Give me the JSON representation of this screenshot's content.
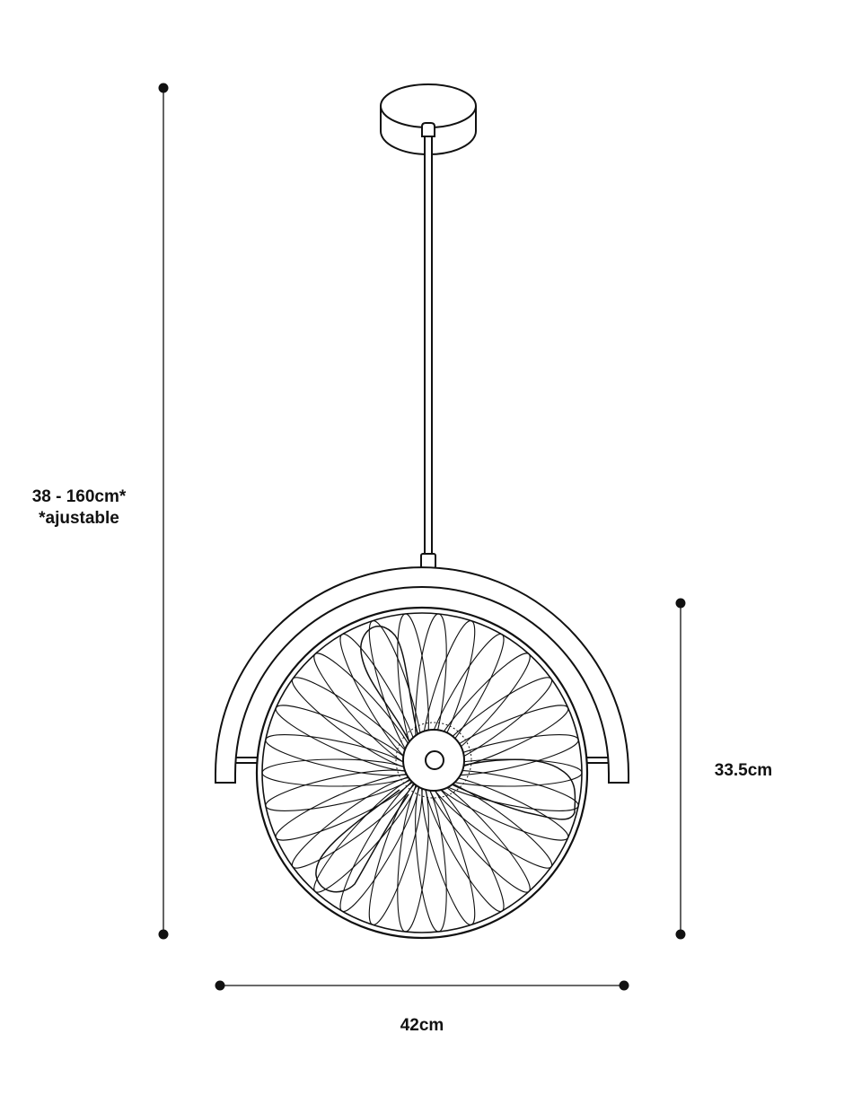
{
  "dimensions": {
    "height": {
      "value": "38 - 160cm*",
      "note": "*ajustable"
    },
    "depth": {
      "value": "33.5cm"
    },
    "width": {
      "value": "42cm"
    }
  },
  "colors": {
    "line": "#111111",
    "background": "#ffffff"
  },
  "icons": {
    "endpoint": "filled-dot"
  }
}
